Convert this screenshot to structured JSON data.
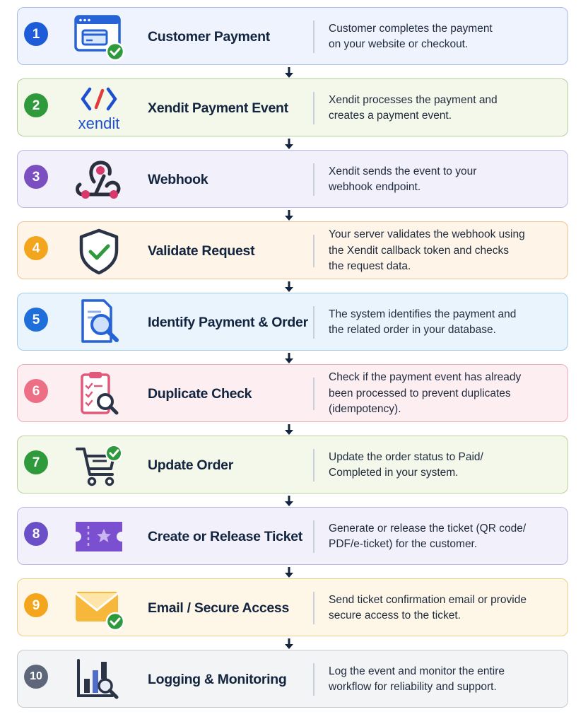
{
  "colors": {
    "navy": "#13243f",
    "blue": "#1e5bd8",
    "green": "#2f9a3c",
    "purple": "#7b4fbf",
    "orange": "#f2a51d",
    "pink": "#ec6f86",
    "gray": "#5d6779"
  },
  "steps": [
    {
      "number": "1",
      "title": "Customer Payment",
      "icon": "browser-card-check-icon",
      "description": "Customer completes the payment on your website or checkout.",
      "desc_lines": [
        "Customer completes the payment",
        "on your website or checkout."
      ]
    },
    {
      "number": "2",
      "title": "Xendit Payment Event",
      "icon": "xendit-logo",
      "logo_text": "xendit",
      "description": "Xendit processes the payment and creates a payment event.",
      "desc_lines": [
        "Xendit processes the payment and",
        "creates a payment event."
      ]
    },
    {
      "number": "3",
      "title": "Webhook",
      "icon": "webhook-icon",
      "description": "Xendit sends the event to your webhook endpoint.",
      "desc_lines": [
        "Xendit sends the event to your",
        "webhook endpoint."
      ]
    },
    {
      "number": "4",
      "title": "Validate Request",
      "icon": "shield-check-icon",
      "description": "Your server validates the webhook using the Xendit callback token and checks the request data.",
      "desc_lines": [
        "Your server validates the webhook using",
        "the Xendit callback token and checks",
        "the request data."
      ]
    },
    {
      "number": "5",
      "title": "Identify Payment & Order",
      "icon": "document-search-icon",
      "description": "The system identifies the payment and the related order in your database.",
      "desc_lines": [
        "The system identifies the payment and",
        "the related order in your database."
      ]
    },
    {
      "number": "6",
      "title": "Duplicate Check",
      "icon": "clipboard-search-icon",
      "description": "Check if the payment event has already been processed to prevent duplicates (idempotency).",
      "desc_lines": [
        "Check if the payment event has already",
        "been processed to prevent duplicates",
        "(idempotency)."
      ]
    },
    {
      "number": "7",
      "title": "Update Order",
      "icon": "cart-check-icon",
      "description": "Update the order status to Paid/ Completed in your system.",
      "desc_lines": [
        "Update the order status to Paid/",
        "Completed in your system."
      ]
    },
    {
      "number": "8",
      "title": "Create or Release Ticket",
      "icon": "ticket-star-icon",
      "description": "Generate or release the ticket (QR code/ PDF/e-ticket) for the customer.",
      "desc_lines": [
        "Generate or release the ticket (QR code/",
        "PDF/e-ticket) for the customer."
      ]
    },
    {
      "number": "9",
      "title": "Email / Secure Access",
      "icon": "envelope-check-icon",
      "description": "Send ticket confirmation email or provide secure access to the ticket.",
      "desc_lines": [
        "Send ticket confirmation email or provide",
        "secure access to the ticket."
      ]
    },
    {
      "number": "10",
      "title": "Logging & Monitoring",
      "icon": "chart-search-icon",
      "description": "Log the event and monitor the entire workflow for reliability and support.",
      "desc_lines": [
        "Log the event and monitor the entire",
        "workflow for reliability and support."
      ]
    }
  ]
}
